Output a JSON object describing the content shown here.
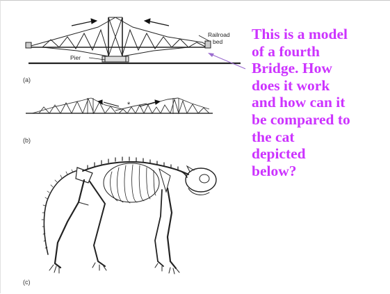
{
  "figure": {
    "label_a": "(a)",
    "label_b": "(b)",
    "label_c": "(c)",
    "label_pier": "Pier",
    "label_railroad": "Railroad",
    "label_bed": "bed",
    "label_star": "*"
  },
  "caption": {
    "lines": [
      "This is a model",
      "of a fourth",
      "Bridge.  How",
      "does it work",
      "and how can it",
      "be compared to",
      "the cat",
      "depicted",
      "below?"
    ]
  },
  "colors": {
    "caption": "#cc33ff",
    "arrow": "#9b6bcf",
    "ink": "#222222"
  }
}
